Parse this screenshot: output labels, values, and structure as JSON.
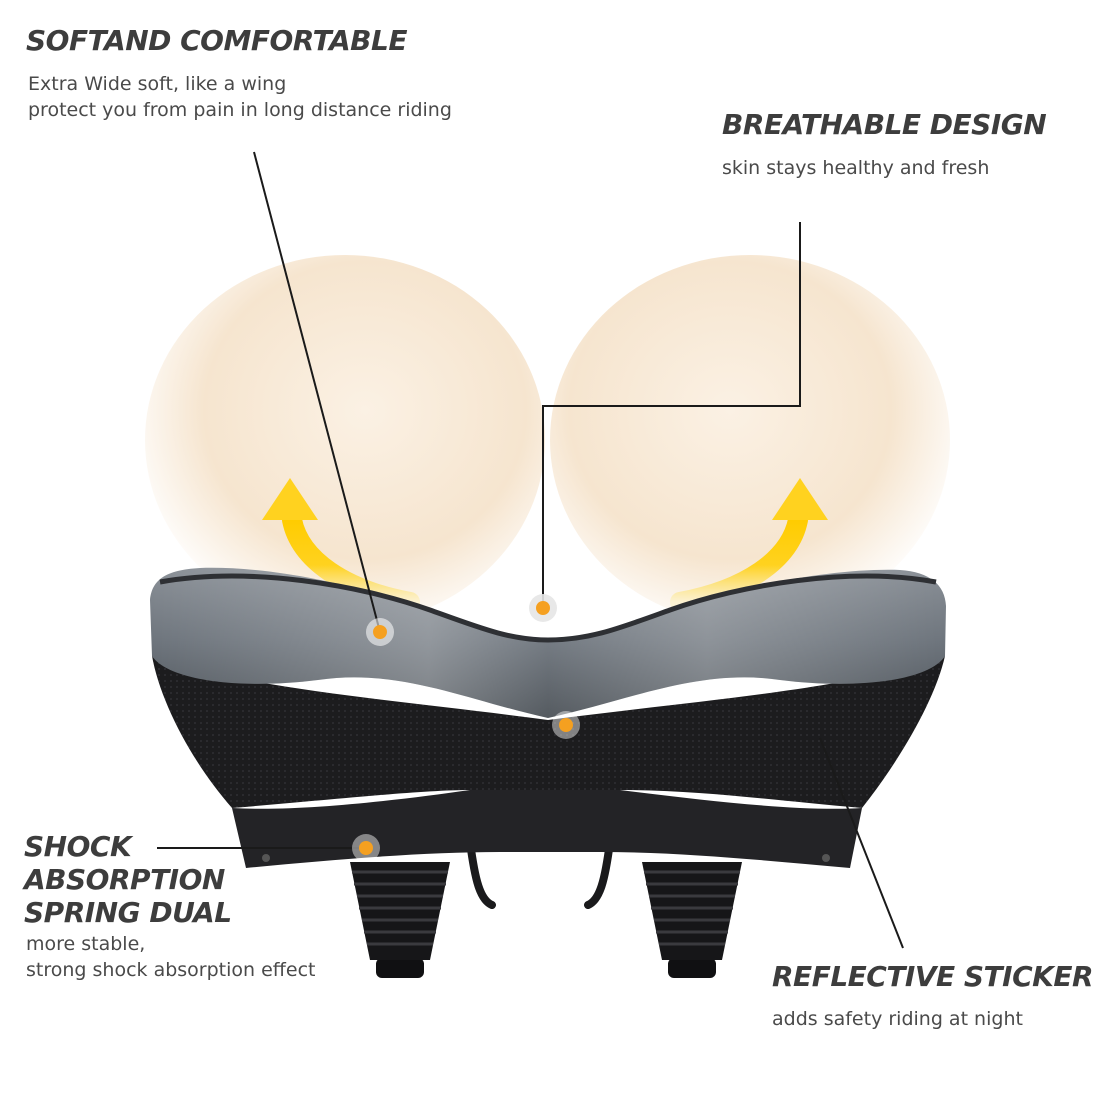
{
  "features": {
    "soft": {
      "title": "SOFTAND COMFORTABLE",
      "lines": [
        "Extra Wide soft, like a wing",
        "protect you from pain in long distance riding"
      ]
    },
    "breathable": {
      "title": "BREATHABLE DESIGN",
      "lines": [
        "skin stays healthy and fresh"
      ]
    },
    "shock": {
      "title_lines": [
        "SHOCK",
        "ABSORPTION",
        "SPRING DUAL"
      ],
      "lines": [
        "more stable,",
        "strong shock absorption effect"
      ]
    },
    "reflective": {
      "title": "REFLECTIVE STICKER",
      "lines": [
        "adds safety riding at night"
      ]
    }
  },
  "colors": {
    "heading": "#3d3d3d",
    "body_text": "#4a4a4a",
    "marker": "#f5a020",
    "arrow": "#ffd21f",
    "saddle_top": "#6b737c",
    "saddle_mesh": "#1b1b1d",
    "skin": "#f6e7d2"
  },
  "icons": {
    "marker": "orange-dot-marker-icon",
    "arrow": "curved-up-arrow-icon"
  }
}
